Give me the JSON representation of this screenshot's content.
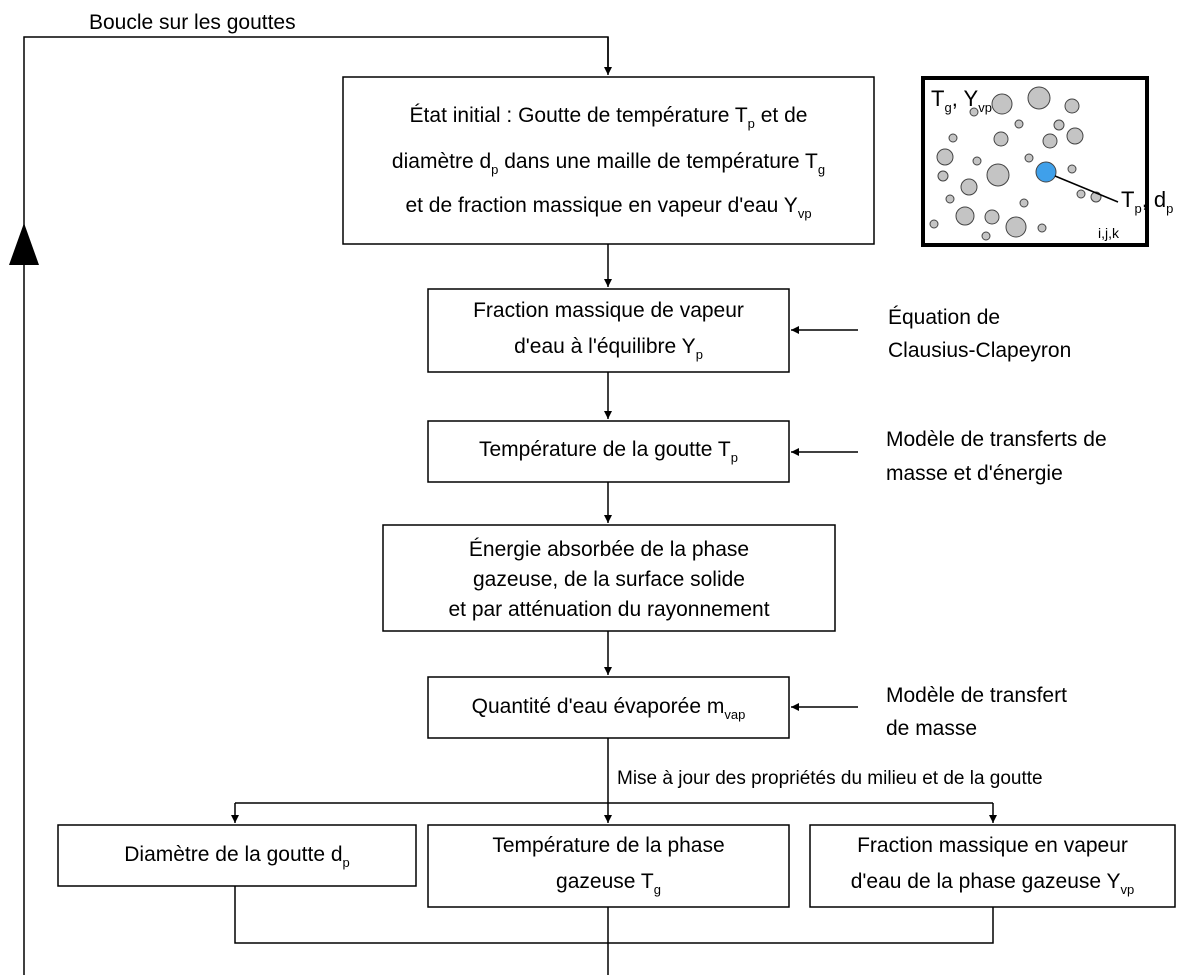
{
  "loop_label": "Boucle sur les gouttes",
  "box1": {
    "l1a": "État initial : Goutte de température T",
    "l1sub": "p",
    "l1b": " et de",
    "l2a": "diamètre d",
    "l2sub": "p",
    "l2b": " dans une maille de température T",
    "l2sub2": "g",
    "l3a": "et de fraction massique en vapeur d'eau Y",
    "l3sub": "vp"
  },
  "cell": {
    "tg": "T",
    "tg_sub": "g",
    "sep": ", Y",
    "yvp_sub": "vp",
    "ijk": "i,j,k",
    "callout_t": "T",
    "callout_t_sub": "p",
    "callout_sep": ", d",
    "callout_d_sub": "p"
  },
  "box2": {
    "l1": "Fraction massique de vapeur",
    "l2a": "d'eau à l'équilibre  Y",
    "l2sub": "p"
  },
  "side2": {
    "l1": "Équation de",
    "l2": "Clausius-Clapeyron"
  },
  "box3": {
    "l1a": "Température de la goutte T",
    "l1sub": "p"
  },
  "side3": {
    "l1": "Modèle de transferts de",
    "l2": "masse et d'énergie"
  },
  "box4": {
    "l1": "Énergie absorbée de la phase",
    "l2": "gazeuse, de la surface solide",
    "l3": "et par atténuation du rayonnement"
  },
  "box5": {
    "l1a": "Quantité d'eau évaporée m",
    "l1sub": "vap"
  },
  "side5": {
    "l1": "Modèle de transfert",
    "l2": "de masse"
  },
  "update_label": "Mise à jour des propriétés du milieu et de la goutte",
  "box6": {
    "l1a": "Diamètre de la goutte d",
    "l1sub": "p"
  },
  "box7": {
    "l1": "Température de la phase",
    "l2a": "gazeuse T",
    "l2sub": "g"
  },
  "box8": {
    "l1": "Fraction massique en vapeur",
    "l2a": "d'eau de la phase gazeuse Y",
    "l2sub": "vp"
  },
  "colors": {
    "line": "#000000",
    "droplet_gray": "#c4c4c4",
    "droplet_blue": "#3fa0ea"
  }
}
